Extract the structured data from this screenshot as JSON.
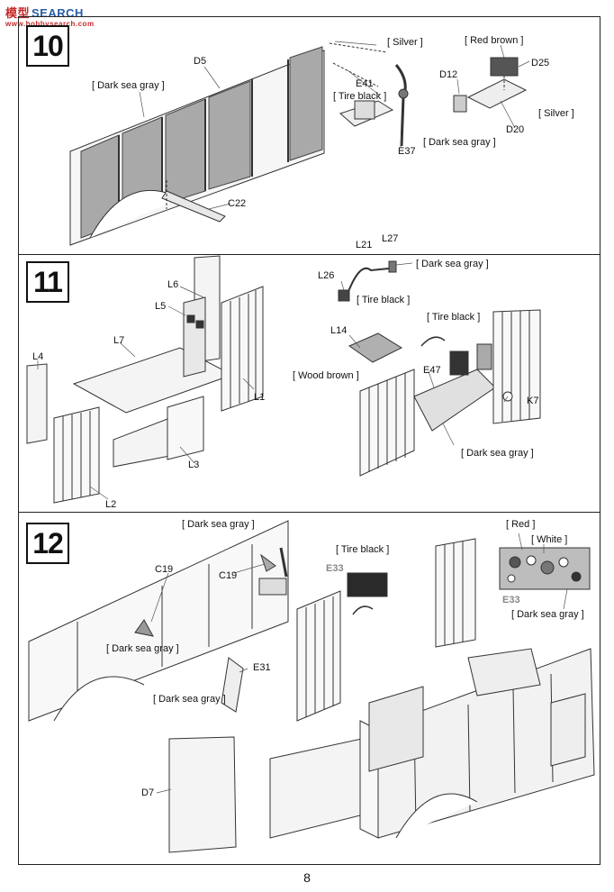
{
  "watermark": {
    "cn": "模型",
    "en": "SEARCH",
    "url": "www.hobbysearch.com"
  },
  "steps": [
    {
      "number": "10"
    },
    {
      "number": "11"
    },
    {
      "number": "12"
    }
  ],
  "step10": {
    "colors": {
      "silver_a": "[ Silver ]",
      "red_brown": "[ Red brown ]",
      "dark_sea_gray_a": "[ Dark sea gray ]",
      "tire_black": "[ Tire black ]",
      "silver_b": "[ Silver ]",
      "dark_sea_gray_b": "[ Dark sea gray ]"
    },
    "parts": {
      "d5": "D5",
      "e41": "E41",
      "e37": "E37",
      "c22": "C22",
      "d12": "D12",
      "d25": "D25",
      "d20": "D20"
    }
  },
  "step11": {
    "colors": {
      "dark_sea_gray_a": "[ Dark sea gray ]",
      "tire_black_a": "[ Tire black ]",
      "tire_black_b": "[ Tire black ]",
      "wood_brown": "[ Wood brown ]",
      "dark_sea_gray_b": "[ Dark sea gray ]"
    },
    "parts": {
      "l6": "L6",
      "l5": "L5",
      "l7": "L7",
      "l4": "L4",
      "l1": "L1",
      "l3": "L3",
      "l2": "L2",
      "l21": "L21",
      "l27": "L27",
      "l26": "L26",
      "l14": "L14",
      "e47": "E47",
      "k7": "K7"
    }
  },
  "step12": {
    "colors": {
      "dark_sea_gray_a": "[ Dark sea gray ]",
      "dark_sea_gray_b": "[ Dark sea gray ]",
      "dark_sea_gray_c": "[ Dark sea gray ]",
      "tire_black": "[ Tire black ]",
      "red": "[ Red ]",
      "white": "[ White ]",
      "dark_sea_gray_d": "[ Dark sea gray ]"
    },
    "parts": {
      "c19a": "C19",
      "c19b": "C19",
      "e31": "E31",
      "e33a": "E33",
      "e33b": "E33",
      "d7": "D7"
    }
  },
  "page_number": "8"
}
